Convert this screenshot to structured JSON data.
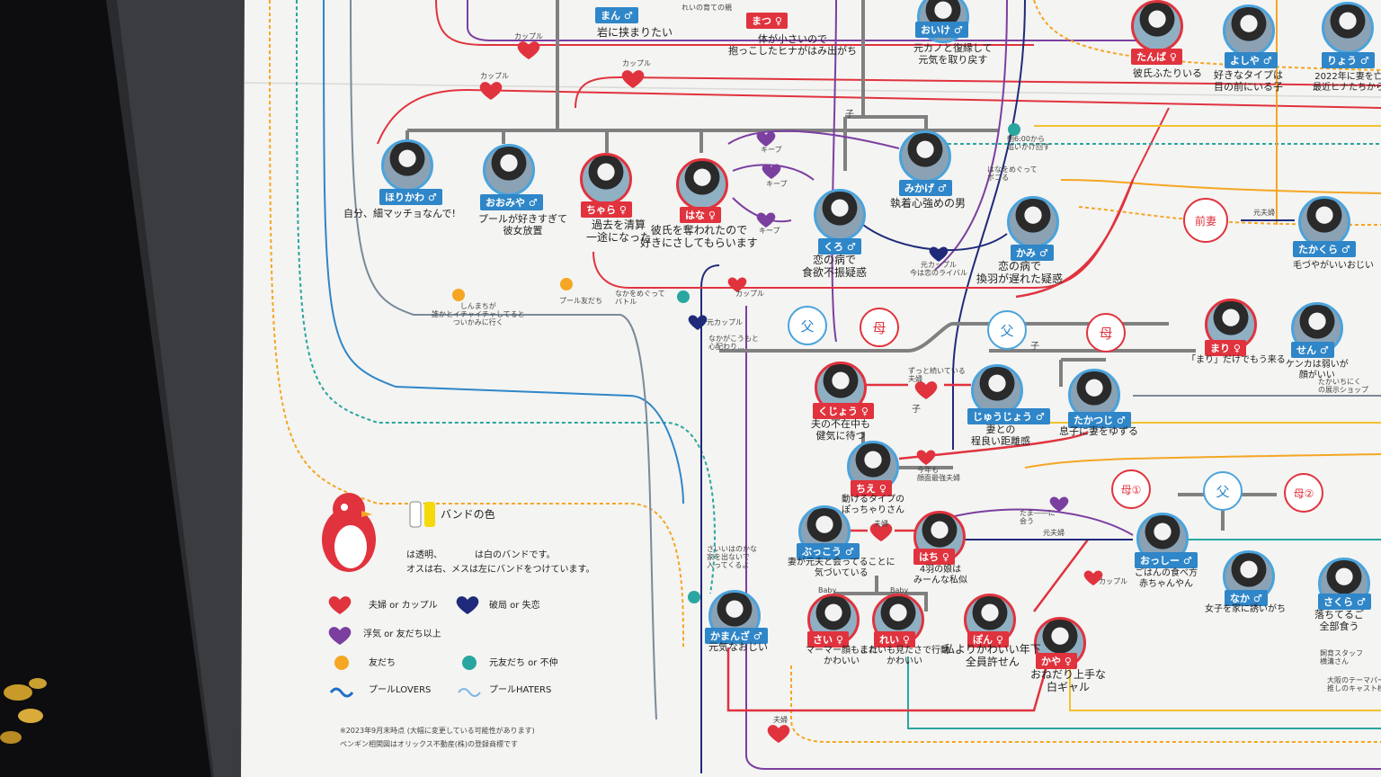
{
  "labels": {
    "man": "まん ♂",
    "matsu": "まつ ♀",
    "oike": "おいけ ♂",
    "tanba": "たんば ♀",
    "yoshiya": "よしや ♂",
    "ryou": "りょう ♂",
    "horikawa": "ほりかわ ♂",
    "oomiya": "おおみや ♂",
    "chara": "ちゃら ♀",
    "hana": "はな ♀",
    "kuro": "くろ ♂",
    "mikage": "みかげ ♂",
    "kami": "かみ ♂",
    "takakura": "たかくら ♂",
    "mari": "まり ♀",
    "sen": "せん ♂",
    "kujou": "くじょう ♀",
    "juujou": "じゅうじょう ♂",
    "takatsuji": "たかつじ ♂",
    "chie": "ちえ ♀",
    "bukkou": "ぶっこう ♂",
    "hachi": "はち ♀",
    "osshi": "おっしー ♂",
    "kamanza": "かまんざ ♂",
    "sai": "さい ♀",
    "rei": "れい ♀",
    "pon": "ぽん ♀",
    "kaya": "かや ♀",
    "naka": "なか ♂",
    "sakura": "さくら ♂"
  },
  "captions": {
    "man": "岩に挟まりたい",
    "matsu": "体が小さいので\n抱っこしたヒナがはみ出がち",
    "matsu_note": "れいの育ての親",
    "oike": "元カノと復縁して\n元気を取り戻す",
    "tanba": "彼氏ふたりいる",
    "yoshiya": "好きなタイプは\n目の前にいる子",
    "ryou": "2022年に妻を亡\n最近ヒナたちから",
    "horikawa": "自分、細マッチョなんで!",
    "oomiya": "プールが好きすぎて\n彼女放置",
    "chara": "過去を清算\n一途になった",
    "hana": "彼氏を奪われたので\n好きにさしてもらいます",
    "kuro": "恋の病で\n食欲不振疑惑",
    "mikage": "執着心強めの男",
    "kami": "恋の病で\n換羽が遅れた疑惑",
    "takakura": "毛づやがいいおじい",
    "mari": "「まり」だけでもう来る",
    "sen": "ケンカは弱いが\n顔がいい",
    "kujou": "夫の不在中も\n健気に待つ",
    "juujou": "妻との\n程良い距離感",
    "takatsuji": "息子に妻をゆずる",
    "chie": "動けるタイプの\nぽっちゃりさん",
    "bukkou": "妻が元夫と会ってることに\n気づいている",
    "hachi": "4羽の娘は\nみーんな私似",
    "osshi": "ごはんの食べ方\n赤ちゃんやん",
    "kamanza": "元気なおじい",
    "sai": "マーマー顔もまた\nかわいい",
    "rei": "これいも見たさで行動\nかわいい",
    "pon": "私よりかわいい年下\n全員許せん",
    "kaya": "おねだり上手な\n白ギャル",
    "naka": "女子を家に誘いがち",
    "sakura": "落ちてるご\n全部食う"
  },
  "relation_notes": {
    "couple": "カップル",
    "keep": "キープ",
    "married": "夫婦",
    "ex_couple": "元カップル",
    "ex_couple_rival": "元カップル\n今は恋のライバル",
    "pool_friends": "プール友だち",
    "chase": "朝6:00から\n追いかけ回す",
    "fight_over_hana": "はなをめぐって\nボコる",
    "battle_over_naka": "なかをめぐって\nバトル",
    "shinmachi": "しんまちが\n誰かとイチャイチャしてると\nついかみに行く",
    "ex_couple_2": "元カップル",
    "still_worried": "なかがこうもと\n心配わり…",
    "long_couple": "ずっと続いている\n夫婦",
    "this_year": "今年も\n顔面最強夫婦",
    "mother_to_son": "子",
    "baby": "Baby",
    "lonely": "さいいはのかな\n家を出ないで\n入ってくるよ",
    "ex_wife": "前妻",
    "ex_spouse": "元夫婦",
    "one_over": "たま――に\n会う",
    "ex_spouse_2": "元夫婦",
    "dating_show": "たかいちにく\nの展示ショップ"
  },
  "parents": {
    "father": "父",
    "mother": "母",
    "mother1": "母①",
    "mother2": "母②",
    "child": "子"
  },
  "legend": {
    "band_title": "バンドの色",
    "band_note1": "は透明、",
    "band_note2": "は白のバンドです。",
    "band_note3": "オスは右、メスは左にバンドをつけています。",
    "married_or_couple": "夫婦 or カップル",
    "breakup": "破局 or 失恋",
    "cheating": "浮気 or 友だち以上",
    "friends": "友だち",
    "ex_friends": "元友だち or 不仲",
    "pool_lovers": "プールLOVERS",
    "pool_haters": "プールHATERS",
    "footnote1": "※2023年9月末時点 (大幅に変更している可能性があります)",
    "footnote2": "ペンギン相関図はオリックス不動産(株)の登録商標です"
  },
  "staff": {
    "label": "飼育スタッフ\n横溝さん",
    "caption": "大阪のテーマパーク\n推しのキャスト様"
  },
  "colors": {
    "female_red": "#e0333e",
    "male_blue": "#2f86c8",
    "line_orange": "#f5a623",
    "line_purple": "#7b3fa0",
    "line_navy": "#1f2a7a",
    "line_teal": "#2aa6a0",
    "line_gray": "#808080",
    "line_yellow": "#f2c230",
    "board": "#f5f5f3",
    "frame_dark": "#0d0d10"
  }
}
